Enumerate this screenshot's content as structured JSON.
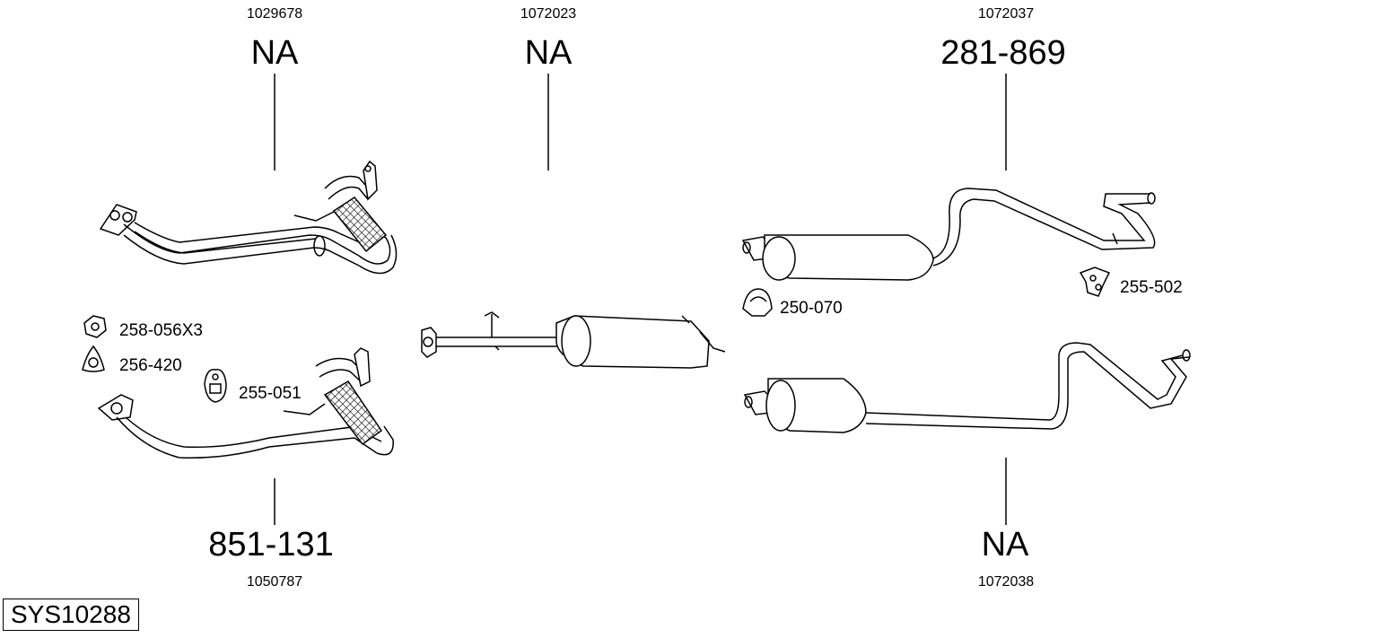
{
  "diagram": {
    "system_id": "SYS10288",
    "sections": [
      {
        "id": "front-pipe-top",
        "ref": "1029678",
        "part": "NA"
      },
      {
        "id": "middle-silencer",
        "ref": "1072023",
        "part": "NA"
      },
      {
        "id": "rear-silencer-top",
        "ref": "1072037",
        "part": "281-869"
      },
      {
        "id": "front-pipe-bottom",
        "ref": "1050787",
        "part": "851-131"
      },
      {
        "id": "rear-silencer-bottom",
        "ref": "1072038",
        "part": "NA"
      }
    ],
    "accessories": [
      {
        "id": "nut",
        "label": "258-056X3"
      },
      {
        "id": "gasket",
        "label": "256-420"
      },
      {
        "id": "hanger-1",
        "label": "255-051"
      },
      {
        "id": "clamp",
        "label": "250-070"
      },
      {
        "id": "hanger-2",
        "label": "255-502"
      }
    ]
  }
}
